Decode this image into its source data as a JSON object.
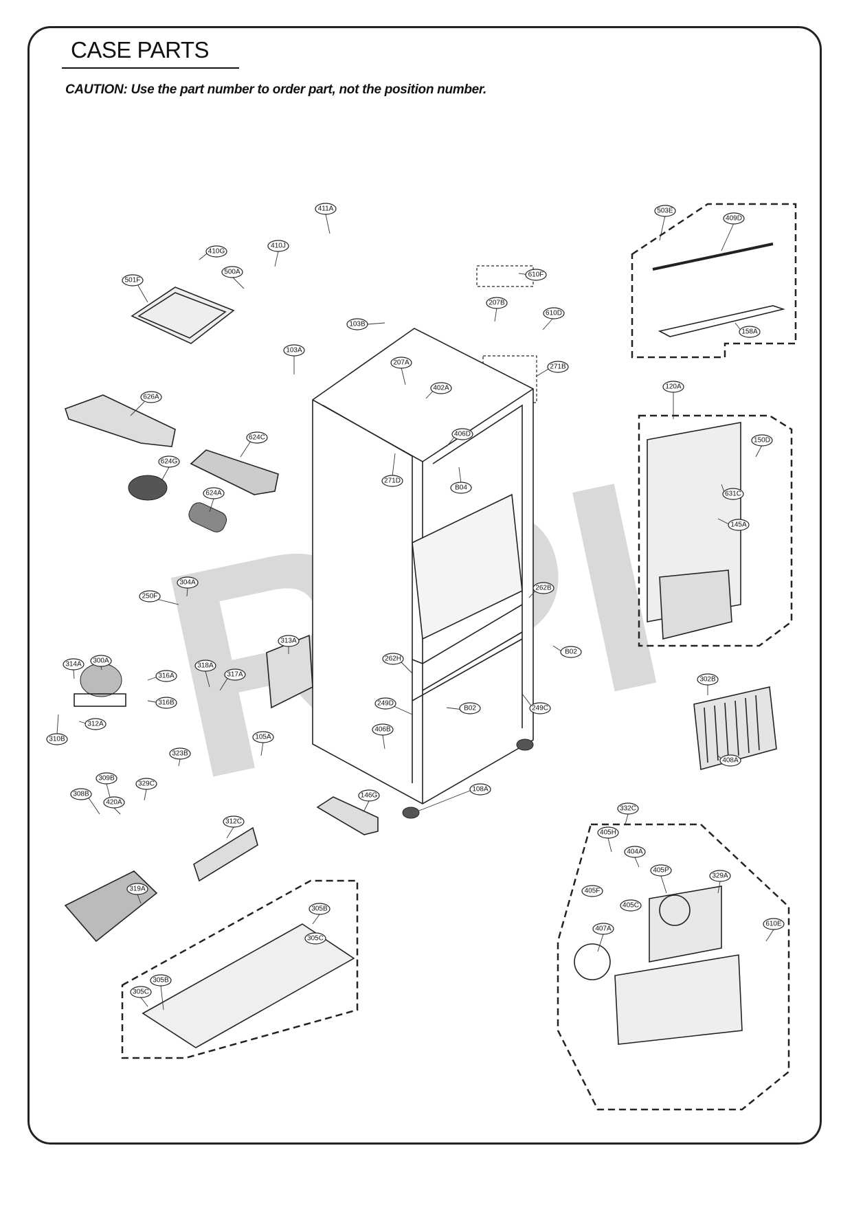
{
  "header": {
    "title": "CASE PARTS",
    "caution": "CAUTION: Use the part number to order part, not the position number."
  },
  "watermark": {
    "text": "RPI",
    "color": "#d9d9d9"
  },
  "callouts": [
    {
      "label": "411A"
    },
    {
      "label": "410G"
    },
    {
      "label": "410J"
    },
    {
      "label": "500A"
    },
    {
      "label": "501F"
    },
    {
      "label": "610F"
    },
    {
      "label": "207B"
    },
    {
      "label": "610D"
    },
    {
      "label": "103B"
    },
    {
      "label": "103A"
    },
    {
      "label": "207A"
    },
    {
      "label": "402A"
    },
    {
      "label": "271B"
    },
    {
      "label": "503E"
    },
    {
      "label": "409D"
    },
    {
      "label": "158A"
    },
    {
      "label": "120A"
    },
    {
      "label": "150D"
    },
    {
      "label": "631C"
    },
    {
      "label": "145A"
    },
    {
      "label": "626A"
    },
    {
      "label": "624C"
    },
    {
      "label": "624G"
    },
    {
      "label": "624A"
    },
    {
      "label": "406D"
    },
    {
      "label": "271D"
    },
    {
      "label": "B04"
    },
    {
      "label": "304A"
    },
    {
      "label": "250F"
    },
    {
      "label": "313A"
    },
    {
      "label": "262B"
    },
    {
      "label": "B02"
    },
    {
      "label": "262H"
    },
    {
      "label": "314A"
    },
    {
      "label": "300A"
    },
    {
      "label": "316A"
    },
    {
      "label": "316B"
    },
    {
      "label": "318A"
    },
    {
      "label": "317A"
    },
    {
      "label": "312A"
    },
    {
      "label": "310B"
    },
    {
      "label": "249D"
    },
    {
      "label": "B02"
    },
    {
      "label": "249C"
    },
    {
      "label": "302B"
    },
    {
      "label": "406B"
    },
    {
      "label": "105A"
    },
    {
      "label": "408A"
    },
    {
      "label": "323B"
    },
    {
      "label": "309B"
    },
    {
      "label": "329C"
    },
    {
      "label": "308B"
    },
    {
      "label": "420A"
    },
    {
      "label": "146G"
    },
    {
      "label": "108A"
    },
    {
      "label": "332C"
    },
    {
      "label": "405H"
    },
    {
      "label": "404A"
    },
    {
      "label": "405P"
    },
    {
      "label": "329A"
    },
    {
      "label": "405F"
    },
    {
      "label": "405C"
    },
    {
      "label": "312C"
    },
    {
      "label": "319A"
    },
    {
      "label": "305B"
    },
    {
      "label": "305C"
    },
    {
      "label": "407A"
    },
    {
      "label": "610E"
    },
    {
      "label": "305B"
    },
    {
      "label": "305C"
    }
  ]
}
